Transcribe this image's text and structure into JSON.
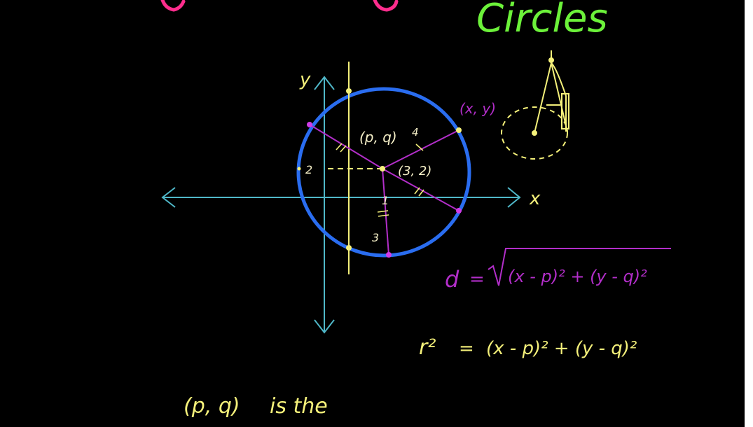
{
  "title": "Circles",
  "colors": {
    "background": "#000000",
    "title": "#6cf23a",
    "title_partial": "#ff2d8d",
    "axis": "#4fb7c8",
    "circle": "#2a6df0",
    "chalk_yellow": "#f4f07a",
    "radius_purple": "#b22ec9",
    "formula_purple": "#b22ec9",
    "label_cream": "#f6f0c8",
    "dashed": "#f4f07a"
  },
  "axes": {
    "y_label": "y",
    "x_label": "x"
  },
  "labels": {
    "center_generic": "(p, q)",
    "center_value": "(3, 2)",
    "point_generic": "(x, y)",
    "radius_four": "4",
    "radius_three": "3",
    "y_tick_two": "2",
    "x_tick_one": "1"
  },
  "formulas": {
    "distance_lhs": "d",
    "distance_eq": "=",
    "distance_rhs": "(x - p)² + (y - q)²",
    "circle_lhs": "r²",
    "circle_eq": "=",
    "circle_rhs": "(x - p)² + (y - q)²"
  },
  "note": {
    "text_part1": "(p, q)",
    "text_part2": "is the"
  },
  "icons": {
    "compass": "compass-drawing-icon"
  }
}
